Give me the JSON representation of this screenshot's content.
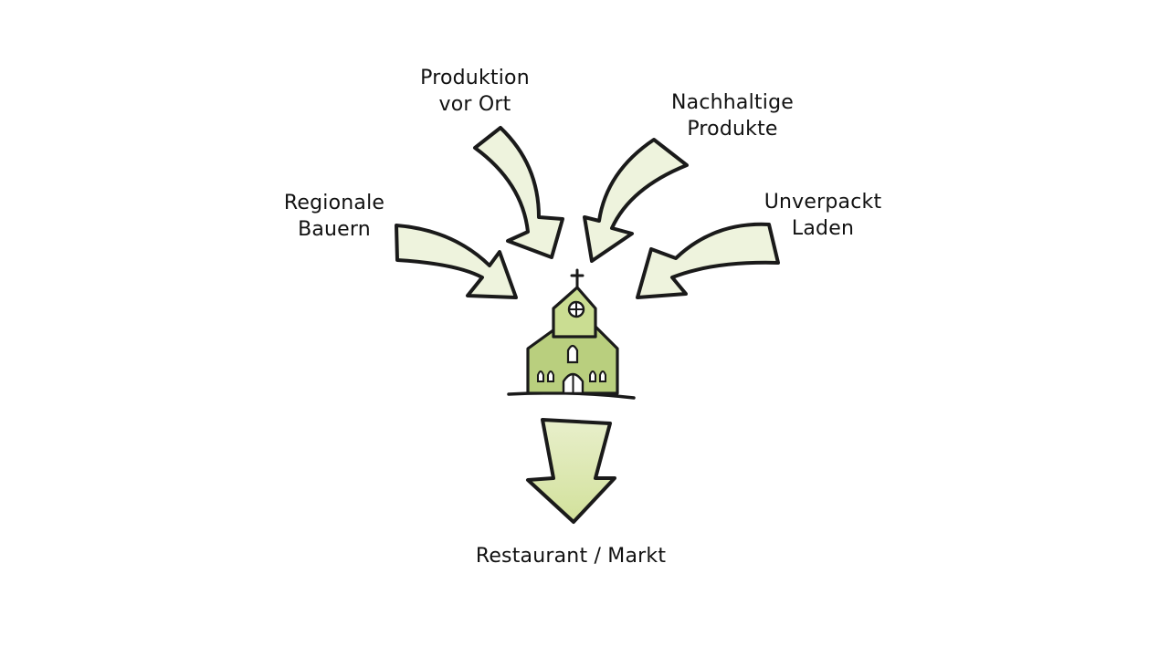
{
  "diagram": {
    "sources": [
      {
        "id": "produktion",
        "lines": [
          "Produktion",
          "vor Ort"
        ]
      },
      {
        "id": "nachhaltig",
        "lines": [
          "Nachhaltige",
          "Produkte"
        ]
      },
      {
        "id": "regional",
        "lines": [
          "Regionale",
          "Bauern"
        ]
      },
      {
        "id": "unverpackt",
        "lines": [
          "Unverpackt",
          "Laden"
        ]
      }
    ],
    "center": {
      "icon": "church-icon"
    },
    "target": {
      "label": "Restaurant / Markt"
    }
  },
  "colors": {
    "arrow_fill": "#eef3dd",
    "arrow_outline": "#1a1a1a",
    "church_body": "#b9cf7e",
    "church_light": "#cadd92",
    "down_arrow_fill": "#dde8b1"
  },
  "icons": {
    "inflow_arrow": "curved-arrow-icon",
    "outflow_arrow": "arrow-down-icon"
  }
}
